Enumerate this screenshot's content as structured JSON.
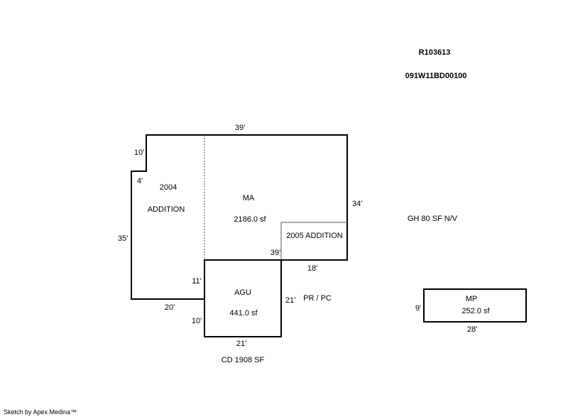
{
  "header": {
    "parcel_id": "R103613",
    "map_number": "091W11BD00100"
  },
  "dimensions": {
    "top_width": "39'",
    "upper_left_step": "10'",
    "left_notch": "4'",
    "left_height": "35'",
    "bottom_left": "20'",
    "agu_left_upper": "11'",
    "agu_left_lower": "10'",
    "agu_bottom": "21'",
    "agu_right": "21'",
    "right_height": "34'",
    "ma_inner_bottom": "39'",
    "lower_right": "18'",
    "mp_height": "9'",
    "mp_width": "28'"
  },
  "areas": {
    "addition_2004_year": "2004",
    "addition_2004_label": "ADDITION",
    "ma_label": "MA",
    "ma_area": "2186.0 sf",
    "addition_2005_label": "2005 ADDITION",
    "agu_label": "AGU",
    "agu_area": "441.0 sf",
    "mp_label": "MP",
    "mp_area": "252.0 sf"
  },
  "notes": {
    "gh": "GH  80 SF N/V",
    "pr_pc": "PR / PC",
    "cd": "CD  1908 SF"
  },
  "footer": {
    "credit": "Sketch by Apex Medina™"
  }
}
